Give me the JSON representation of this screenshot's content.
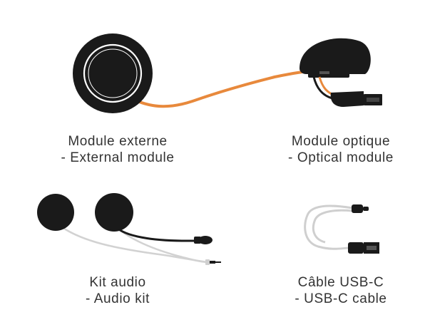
{
  "items": [
    {
      "line1": "Module externe",
      "line2": "- External module"
    },
    {
      "line1": "Module optique",
      "line2": "- Optical module"
    },
    {
      "line1": "Kit audio",
      "line2": "- Audio kit"
    },
    {
      "line1": "Câble USB-C",
      "line2": "- USB-C cable"
    }
  ],
  "colors": {
    "cable_orange": "#E8893C",
    "device_black": "#1a1a1a",
    "cable_grey": "#cfcfcf",
    "text": "#333333"
  },
  "icons": [
    "external-module-icon",
    "optical-module-icon",
    "speaker-icon",
    "microphone-icon",
    "audio-jack-icon",
    "usb-c-cable-icon"
  ]
}
